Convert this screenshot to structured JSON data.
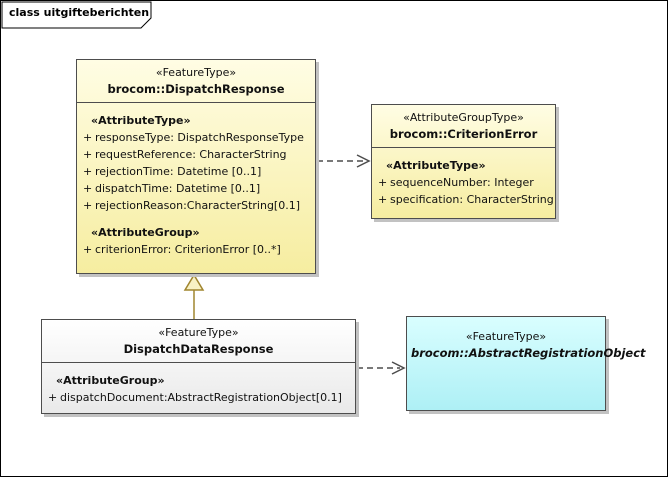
{
  "frame": {
    "title": "class uitgifteberichten"
  },
  "colors": {
    "class_fill_yellow": "#FEFECE",
    "class_fill_plain": "#FFFFFF",
    "class_fill_cyan": "#CCFFFF",
    "border": "#4D4D4D",
    "generalization_accent": "#A0852F",
    "shadow": "#C2C2C2"
  },
  "classes": {
    "dispatchResponse": {
      "stereotype": "«FeatureType»",
      "name": "brocom::DispatchResponse",
      "compartments": [
        {
          "header": "«AttributeType»",
          "rows": [
            {
              "vis": "+",
              "text": "responseType: DispatchResponseType"
            },
            {
              "vis": "+",
              "text": "requestReference: CharacterString"
            },
            {
              "vis": "+",
              "text": "rejectionTime: Datetime [0..1]"
            },
            {
              "vis": "+",
              "text": "dispatchTime: Datetime [0..1]"
            },
            {
              "vis": "+",
              "text": "rejectionReason:CharacterString[0.1]"
            }
          ]
        },
        {
          "header": "«AttributeGroup»",
          "rows": [
            {
              "vis": "+",
              "text": "criterionError: CriterionError [0..*]"
            }
          ]
        }
      ]
    },
    "criterionError": {
      "stereotype": "«AttributeGroupType»",
      "name": "brocom::CriterionError",
      "compartments": [
        {
          "header": "«AttributeType»",
          "rows": [
            {
              "vis": "+",
              "text": "sequenceNumber: Integer"
            },
            {
              "vis": "+",
              "text": "specification: CharacterString"
            }
          ]
        }
      ]
    },
    "dispatchDataResponse": {
      "stereotype": "«FeatureType»",
      "name": "DispatchDataResponse",
      "compartments": [
        {
          "header": "«AttributeGroup»",
          "rows": [
            {
              "vis": "+",
              "text": "dispatchDocument:AbstractRegistrationObject[0.1]"
            }
          ]
        }
      ]
    },
    "abstractRegistrationObject": {
      "stereotype": "«FeatureType»",
      "name": "brocom::AbstractRegistrationObject"
    }
  },
  "relations": [
    {
      "type": "generalization",
      "from": "DispatchDataResponse",
      "to": "brocom::DispatchResponse"
    },
    {
      "type": "dependency",
      "from": "brocom::DispatchResponse",
      "to": "brocom::CriterionError"
    },
    {
      "type": "dependency",
      "from": "DispatchDataResponse",
      "to": "brocom::AbstractRegistrationObject"
    }
  ]
}
